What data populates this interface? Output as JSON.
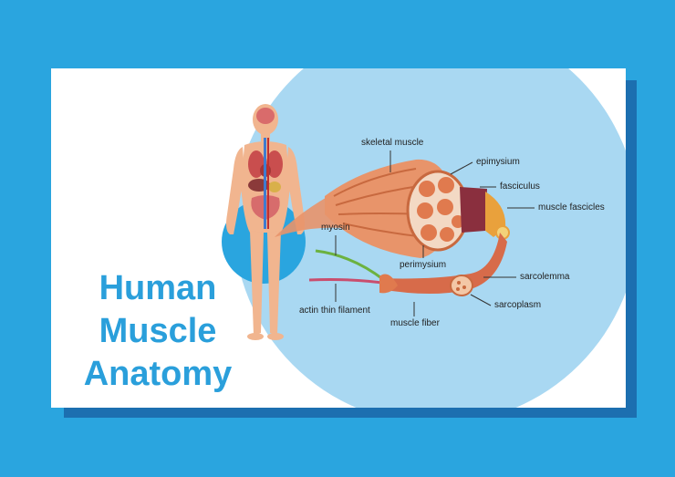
{
  "title": {
    "line1": "Human",
    "line2": "Muscle",
    "line3": "Anatomy"
  },
  "labels": {
    "skeletal_muscle": "skeletal muscle",
    "epimysium": "epimysium",
    "fasciculus": "fasciculus",
    "muscle_fascicles": "muscle fascicles",
    "myosin": "myosin",
    "perimysium": "perimysium",
    "sarcolemma": "sarcolemma",
    "actin_thin_filament": "actin thin filament",
    "sarcoplasm": "sarcoplasm",
    "muscle_fiber": "muscle fiber"
  },
  "colors": {
    "background": "#2aa5df",
    "title": "#2a9fdb",
    "circle": "#a9d8f2",
    "muscle": "#e8946a",
    "skin": "#f1b58f"
  }
}
